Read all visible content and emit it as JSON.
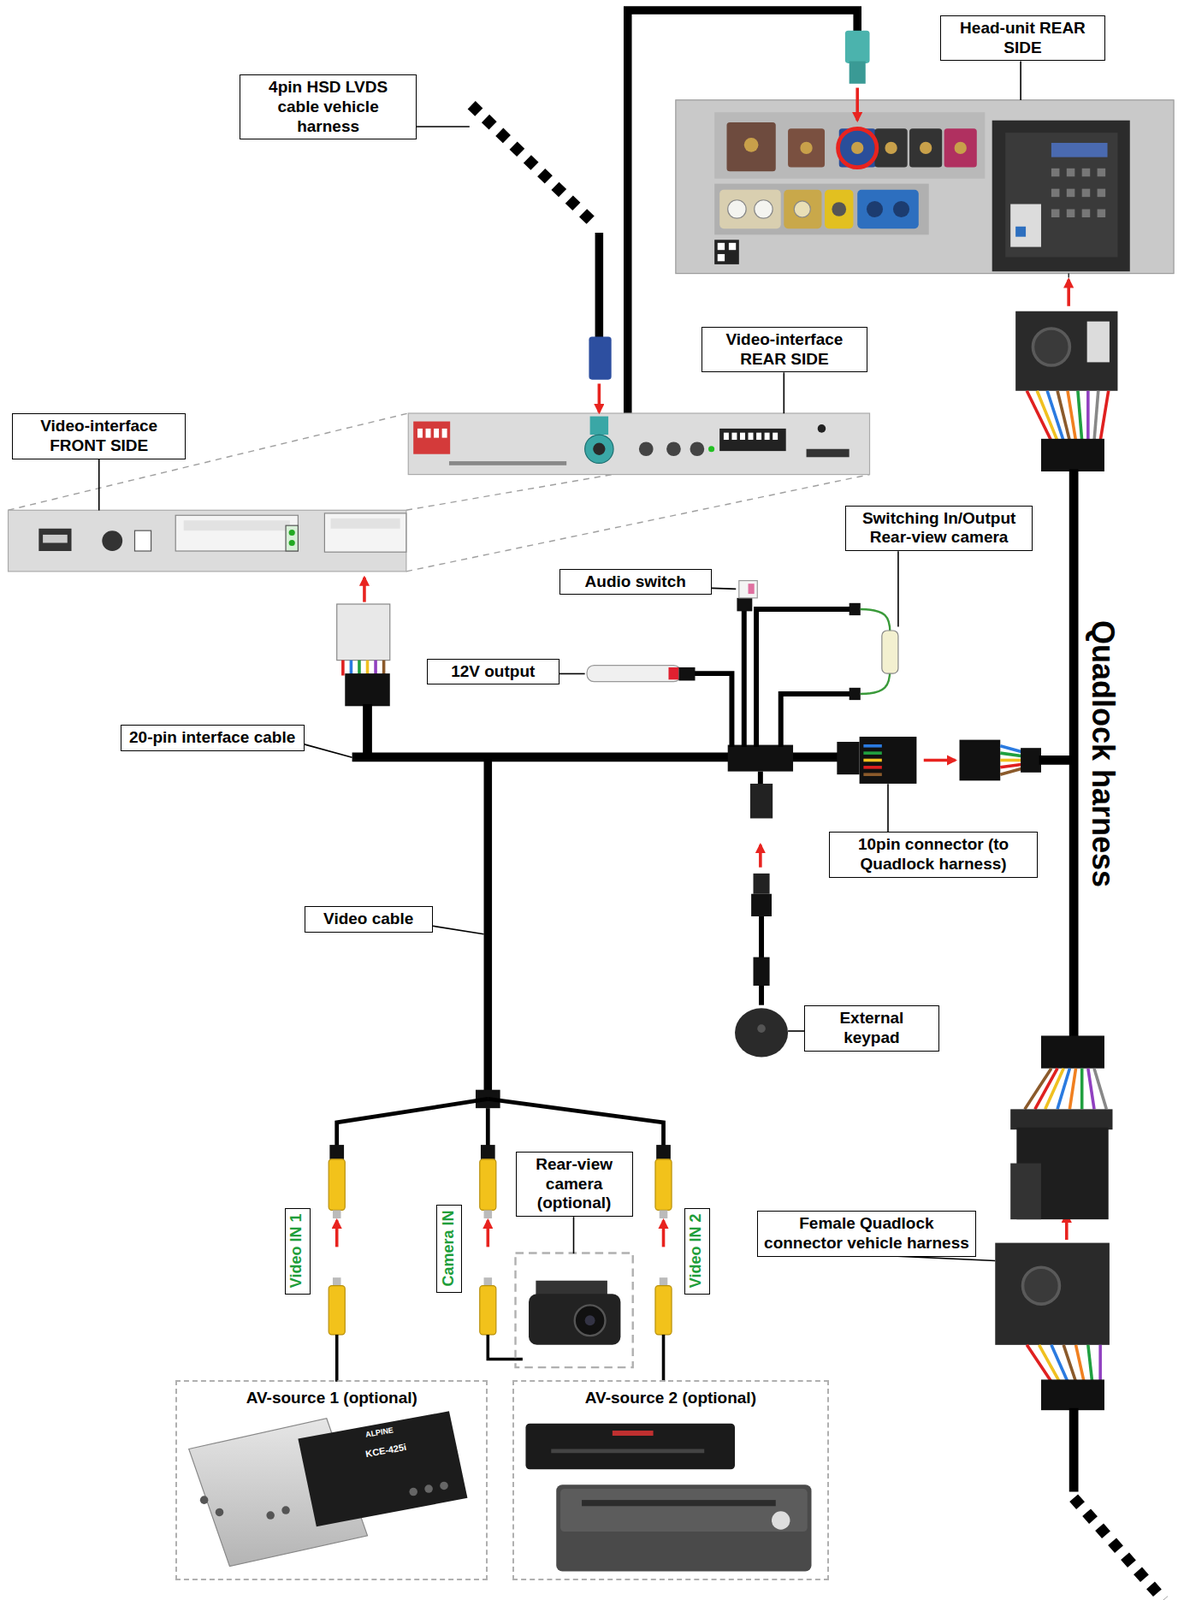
{
  "diagram": {
    "nodes": [
      {
        "text": [
          "Head-unit REAR SIDE"
        ]
      },
      {
        "text": [
          "4pin HSD LVDS cable vehicle harness"
        ]
      },
      {
        "text": [
          "Video-interface REAR SIDE"
        ]
      },
      {
        "text": [
          "Video-interface FRONT SIDE"
        ]
      },
      {
        "text": [
          "Switching In/Output Rear-view camera"
        ]
      },
      {
        "text": [
          "Audio switch"
        ]
      },
      {
        "text": [
          "12V output"
        ]
      },
      {
        "text": [
          "20-pin interface cable"
        ]
      },
      {
        "text": [
          "10pin connector (to Quadlock harness)"
        ]
      },
      {
        "text": [
          "Video cable"
        ]
      },
      {
        "text": [
          "External keypad"
        ]
      },
      {
        "text": [
          "Rear-view camera (optional)"
        ]
      },
      {
        "text": [
          "Video IN 1"
        ]
      },
      {
        "text": [
          "Camera IN"
        ]
      },
      {
        "text": [
          "Video IN 2"
        ]
      },
      {
        "text": [
          "Female Quadlock connector vehicle harness"
        ]
      },
      {
        "text": [
          "AV-source 1 (optional)"
        ]
      },
      {
        "text": [
          "AV-source 2 (optional)"
        ]
      }
    ],
    "labels": [
      "Quadlock harness",
      "ALPINE",
      "KCE-425i"
    ]
  }
}
